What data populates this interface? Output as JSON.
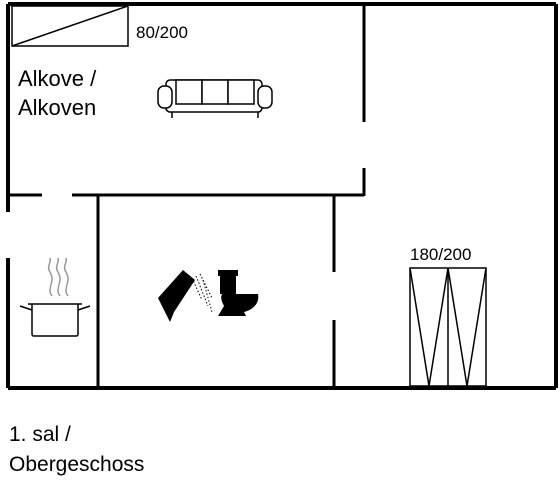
{
  "rooms": {
    "alcove_label_line1": "Alkove /",
    "alcove_label_line2": "Alkoven"
  },
  "beds": {
    "small_bed_size": "80/200",
    "double_bed_size": "180/200"
  },
  "floor": {
    "line1": "1. sal /",
    "line2": "Obergeschoss"
  },
  "colors": {
    "walls": "#000000",
    "background": "#ffffff"
  },
  "icons": [
    "single-bed-icon",
    "sofa-icon",
    "pot-icon",
    "shower-icon",
    "toilet-icon",
    "double-bed-icon"
  ]
}
